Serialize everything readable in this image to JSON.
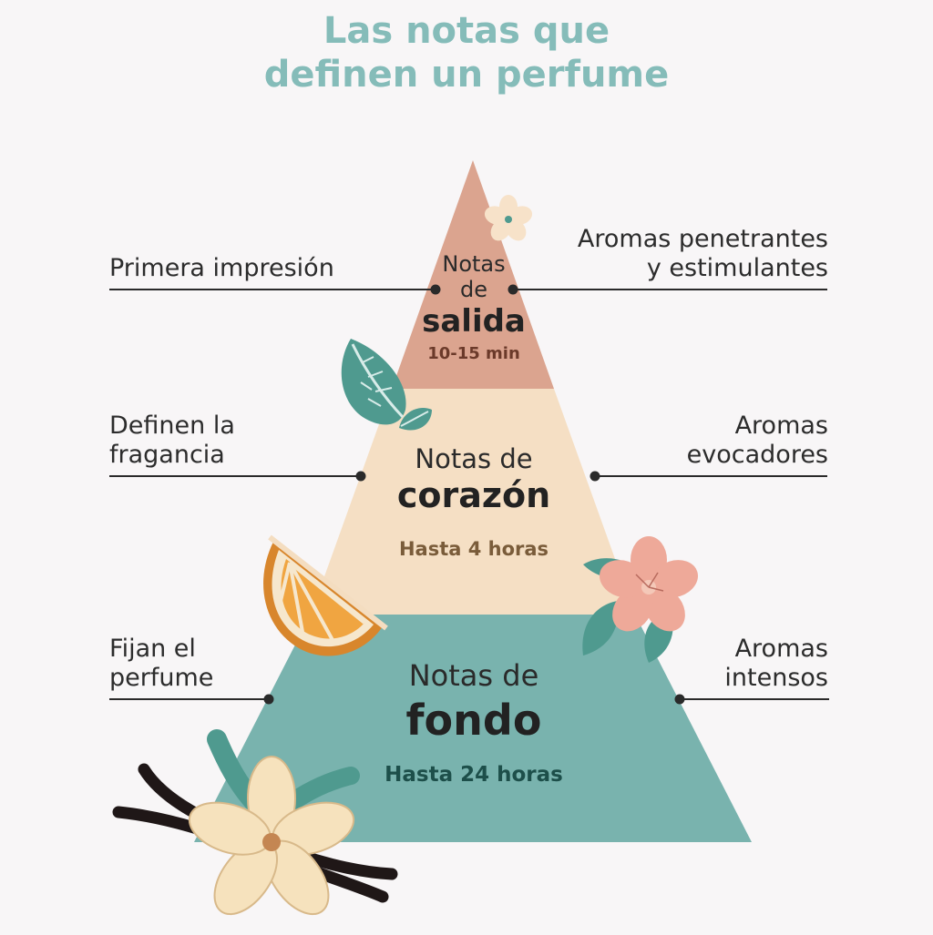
{
  "title": {
    "line1": "Las notas que",
    "line2": "definen un perfume"
  },
  "pyramid": {
    "top": {
      "notes_label": "Notas",
      "notes_prep": "de",
      "name": "salida",
      "duration": "10-15 min",
      "left_line1": "Primera impresión",
      "right_line1": "Aromas penetrantes",
      "right_line2": "y estimulantes",
      "color": "#dba48f"
    },
    "middle": {
      "notes_label": "Notas de",
      "name": "corazón",
      "duration": "Hasta 4 horas",
      "left_line1": "Definen la",
      "left_line2": "fragancia",
      "right_line1": "Aromas",
      "right_line2": "evocadores",
      "color": "#f5dfc4"
    },
    "bottom": {
      "notes_label": "Notas de",
      "name": "fondo",
      "duration": "Hasta 24 horas",
      "left_line1": "Fijan el",
      "left_line2": "perfume",
      "right_line1": "Aromas",
      "right_line2": "intensos",
      "color": "#79b3ae"
    }
  },
  "decorations": [
    "flower-icon",
    "mint-leaf-icon",
    "orange-slice-icon",
    "pink-blossom-icon",
    "vanilla-flower-icon"
  ]
}
